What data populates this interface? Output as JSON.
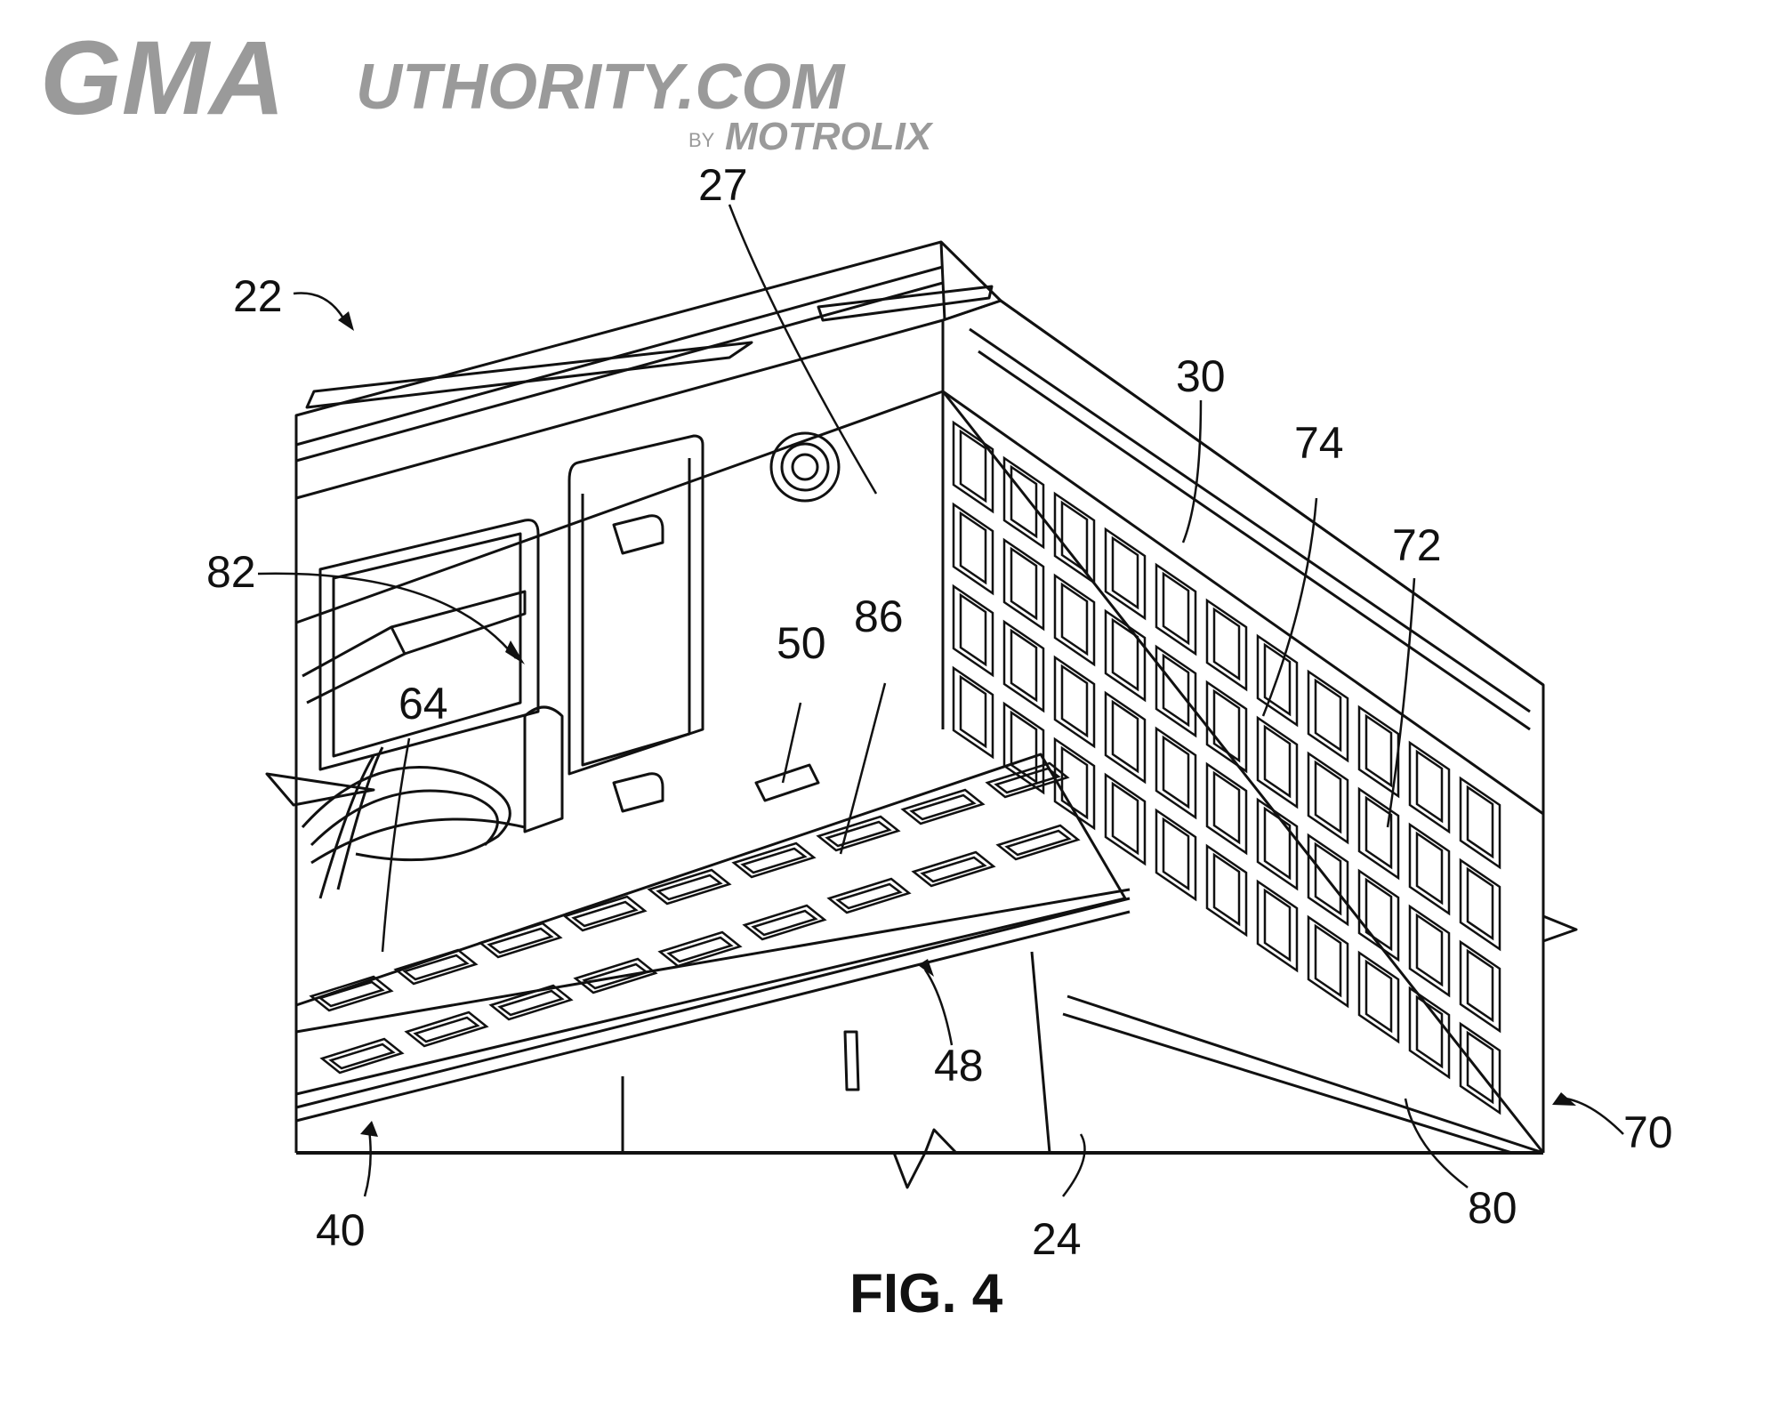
{
  "watermark": {
    "brand_big": "GMA",
    "brand_rest": "UTHORITY.COM",
    "by": "BY",
    "byline": "MOTROLIX"
  },
  "figure": {
    "caption": "FIG. 4",
    "reference_numerals": [
      "22",
      "27",
      "30",
      "74",
      "72",
      "82",
      "50",
      "86",
      "64",
      "48",
      "40",
      "24",
      "80",
      "70"
    ]
  },
  "colors": {
    "line": "#111111",
    "logo": "#9a9a9a",
    "background": "#ffffff"
  }
}
